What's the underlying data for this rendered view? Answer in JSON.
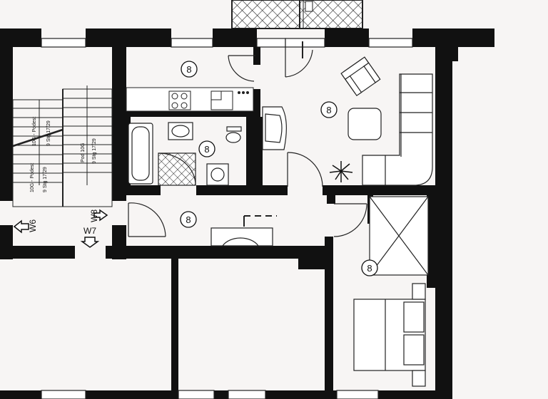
{
  "rooms": [
    {
      "id": "kitchen",
      "label": "8"
    },
    {
      "id": "living",
      "label": "8"
    },
    {
      "id": "bath",
      "label": "8"
    },
    {
      "id": "hall",
      "label": "8"
    },
    {
      "id": "bedroom",
      "label": "8"
    }
  ],
  "stair_labels": {
    "flight_left": "10G - Podest",
    "flight_left_spec": "9 Stg 17/29",
    "flight_middle": "Pod 10G",
    "flight_middle_spec": "9 Stg 17/29",
    "flight_right": "10G - Podest",
    "flight_right_spec": "9 Stg 17/29"
  },
  "markers": {
    "w6": "W6",
    "w7": "W7",
    "w8": "W8"
  }
}
